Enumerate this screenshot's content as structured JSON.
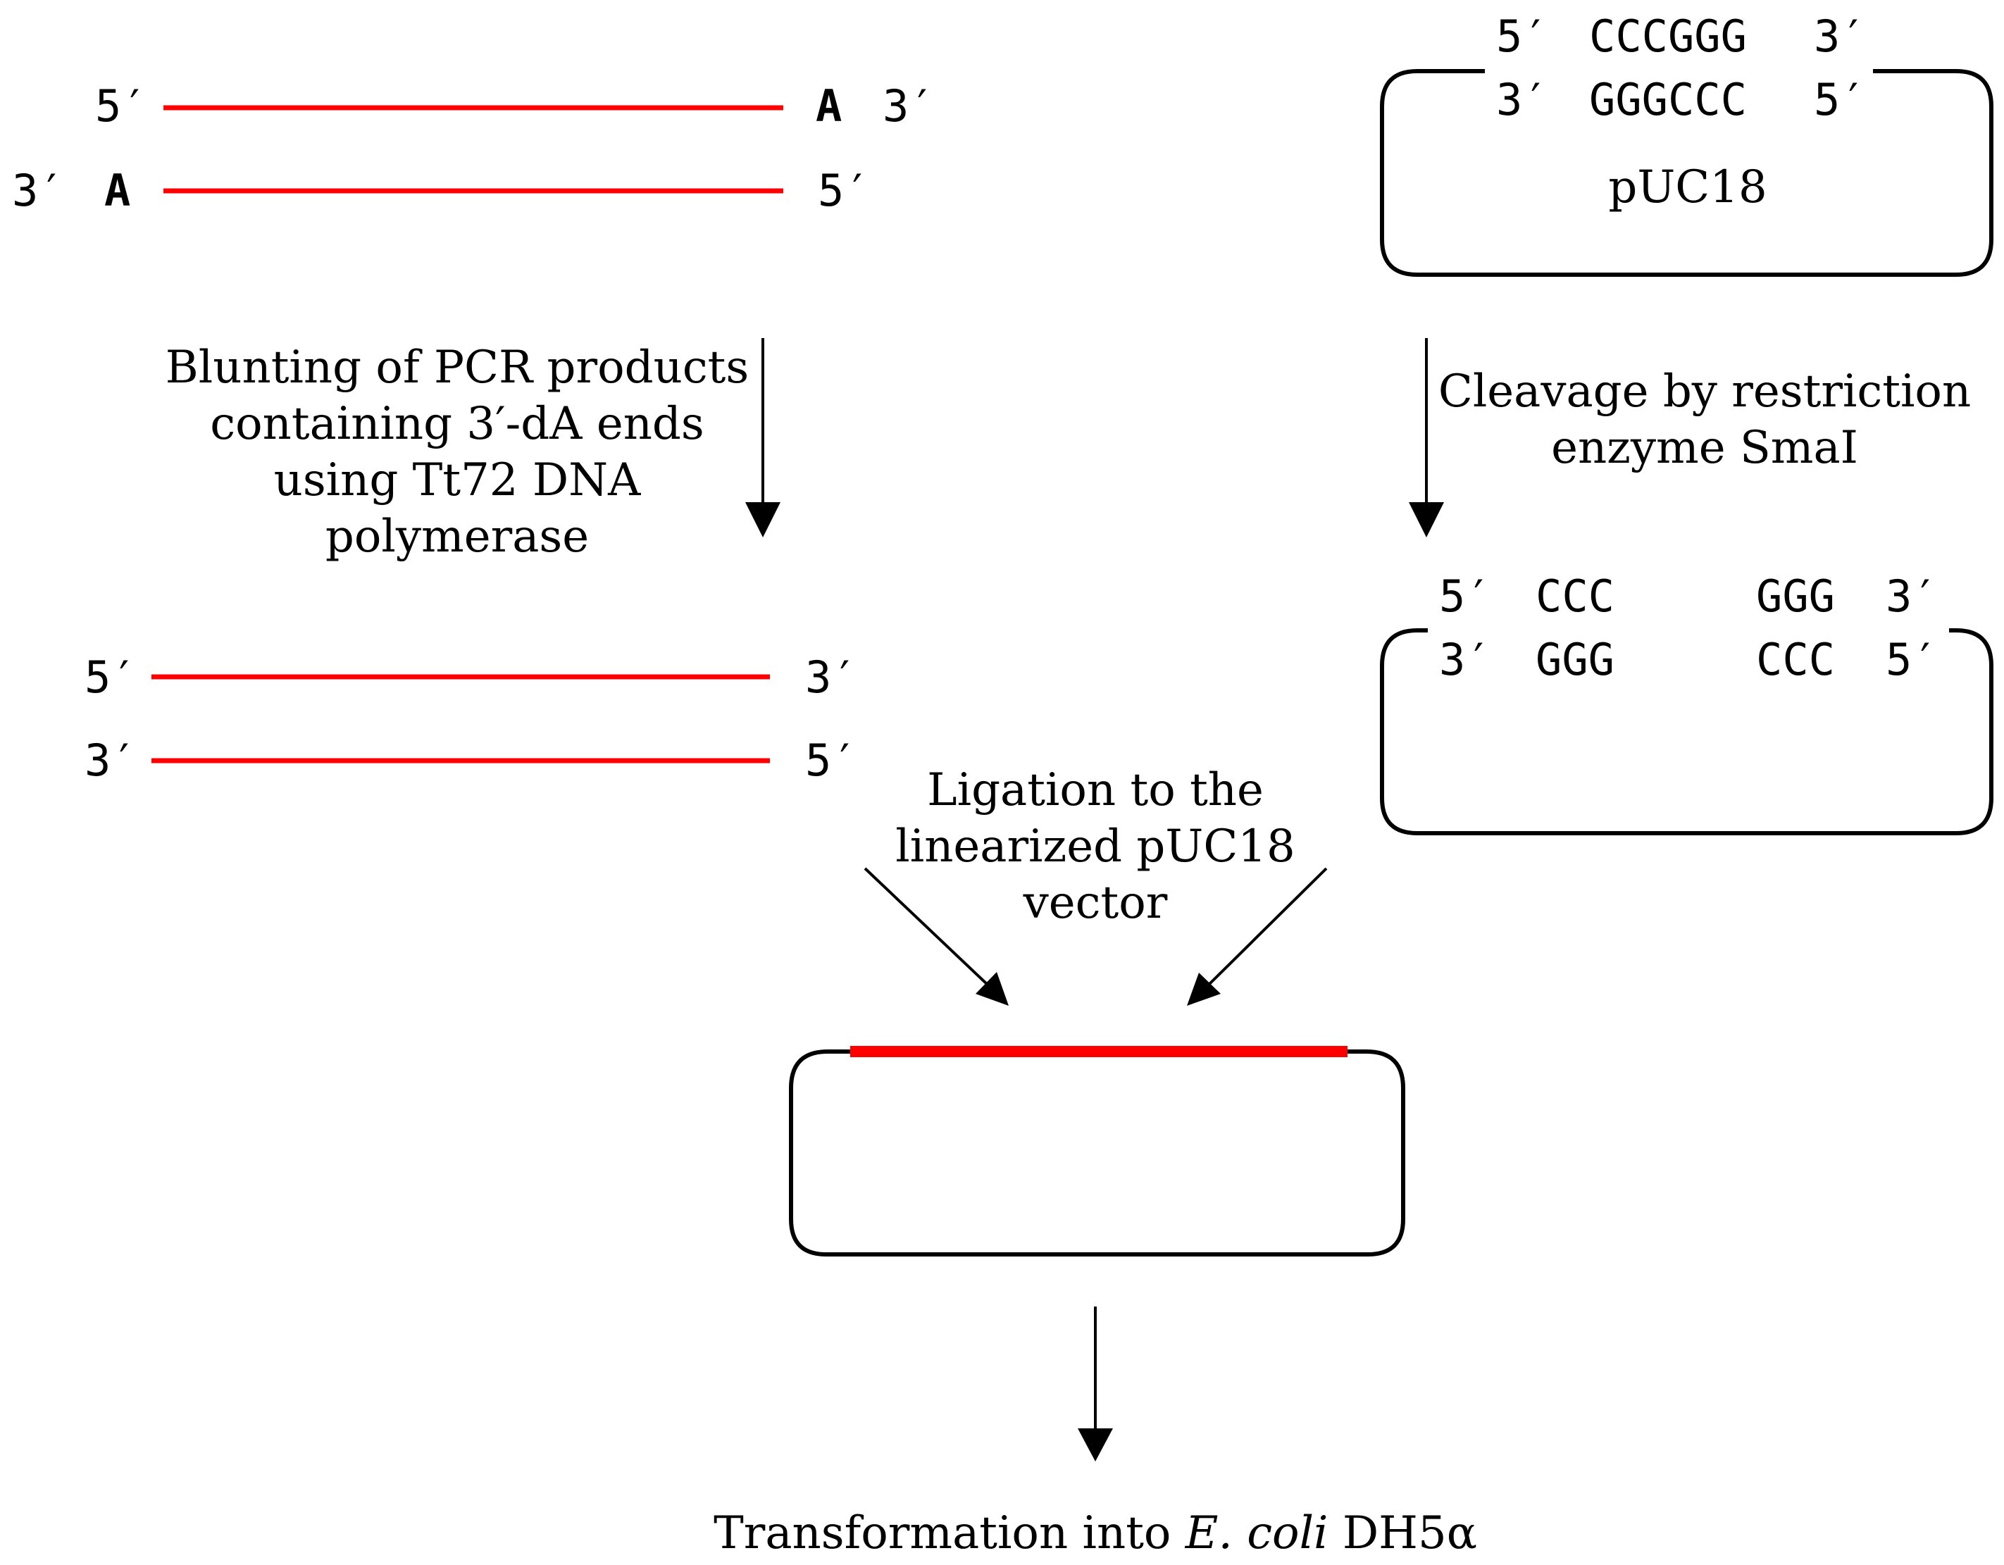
{
  "colors": {
    "dna": "#ff0000",
    "line": "#000000"
  },
  "pcr_product": {
    "top_left": "5′",
    "top_right_base": "A",
    "top_right": "3′",
    "bottom_left": "3′",
    "bottom_left_base": "A",
    "bottom_right": "5′"
  },
  "vector": {
    "top_5": "5′",
    "top_seq": "CCCGGG",
    "top_3": "3′",
    "bottom_3": "3′",
    "bottom_seq": "GGGCCC",
    "bottom_5": "5′",
    "name": "pUC18"
  },
  "step_blunting": {
    "lines": [
      "Blunting of PCR products",
      "containing 3′-dA ends",
      "using Tt72 DNA",
      "polymerase"
    ]
  },
  "step_cleavage": {
    "lines": [
      "Cleavage by restriction",
      "enzyme SmaI"
    ]
  },
  "blunt_product": {
    "top_left": "5′",
    "top_right": "3′",
    "bottom_left": "3′",
    "bottom_right": "5′"
  },
  "cut_vector": {
    "top_5": "5′",
    "top_left_seq": "CCC",
    "top_right_seq": "GGG",
    "top_3": "3′",
    "bottom_3": "3′",
    "bottom_left_seq": "GGG",
    "bottom_right_seq": "CCC",
    "bottom_5": "5′"
  },
  "step_ligation": {
    "lines": [
      "Ligation to the",
      "linearized pUC18",
      "vector"
    ]
  },
  "step_transformation": {
    "prefix": "Transformation into ",
    "organism": "E. coli",
    "strain": " DH5α"
  }
}
